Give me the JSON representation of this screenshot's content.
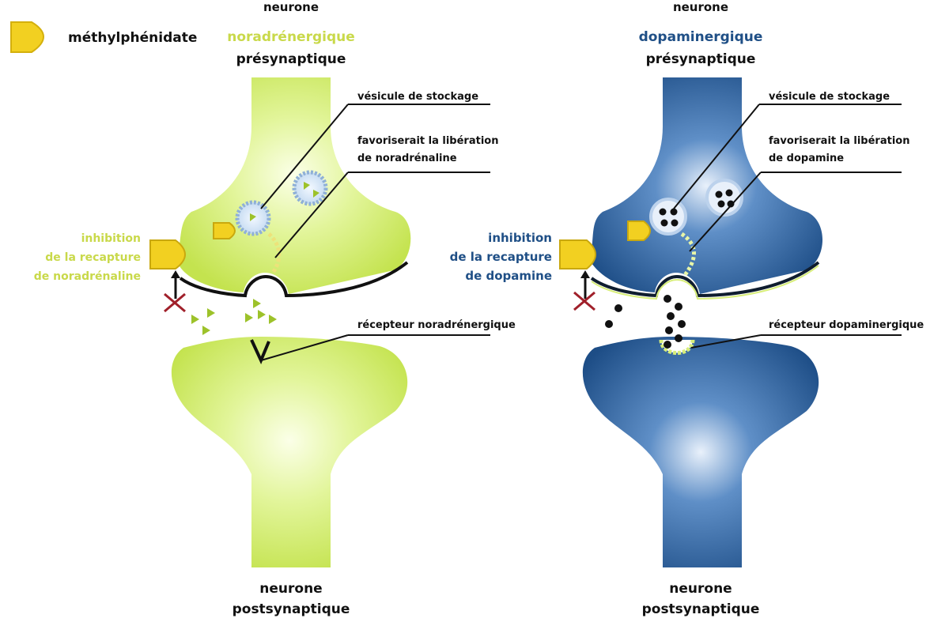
{
  "legend": {
    "icon": "methylphenidate-shape",
    "label": "méthylphénidate"
  },
  "colors": {
    "noradrenergic_text": "#c9d94a",
    "noradrenergic_fill": "#d9ef7a",
    "dopaminergic_text": "#1f4f86",
    "dopaminergic_fill": "#2a5f9a",
    "methylphenidate": "#f2d021",
    "inhibit_cross": "#a0202a"
  },
  "left": {
    "top_word": "neurone",
    "type_label": "noradrénergique",
    "presyn_label": "présynaptique",
    "vesicle_label": "vésicule de stockage",
    "release_line1": "favoriserait la libération",
    "release_line2": "de noradrénaline",
    "inhibition_line1": "inhibition",
    "inhibition_line2": "de la recapture",
    "inhibition_line3": "de noradrénaline",
    "receptor_label": "récepteur noradrénergique",
    "post_line1": "neurone",
    "post_line2": "postsynaptique"
  },
  "right": {
    "top_word": "neurone",
    "type_label": "dopaminergique",
    "presyn_label": "présynaptique",
    "vesicle_label": "vésicule de stockage",
    "release_line1": "favoriserait la libération",
    "release_line2": "de dopamine",
    "inhibition_line1": "inhibition",
    "inhibition_line2": "de la recapture",
    "inhibition_line3": "de dopamine",
    "receptor_label": "récepteur dopaminergique",
    "post_line1": "neurone",
    "post_line2": "postsynaptique"
  }
}
